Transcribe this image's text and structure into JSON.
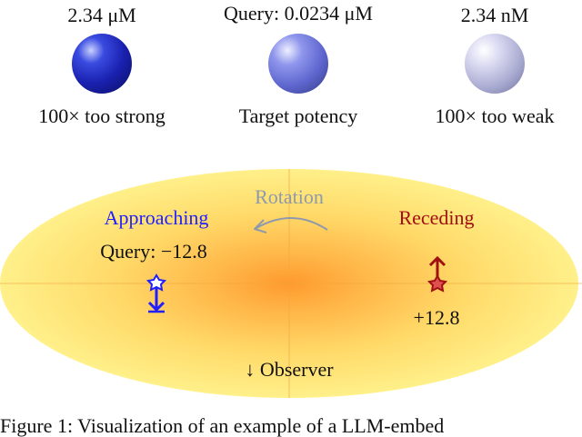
{
  "potency": {
    "strong": {
      "concentration": "2.34 μM",
      "description": "100× too strong"
    },
    "target": {
      "concentration": "Query: 0.0234 μM",
      "description": "Target potency"
    },
    "weak": {
      "concentration": "2.34 nM",
      "description": "100× too weak"
    }
  },
  "rotation": {
    "label": "Rotation",
    "approaching_label": "Approaching",
    "receding_label": "Receding",
    "query_value": "Query: −12.8",
    "receding_value": "+12.8",
    "observer_label": "↓ Observer"
  },
  "caption": "Figure 1: Visualization of an example of a LLM-embed",
  "colors": {
    "approaching": "#1f1fff",
    "receding": "#a01010",
    "rotation_gray": "#8e9aab"
  }
}
